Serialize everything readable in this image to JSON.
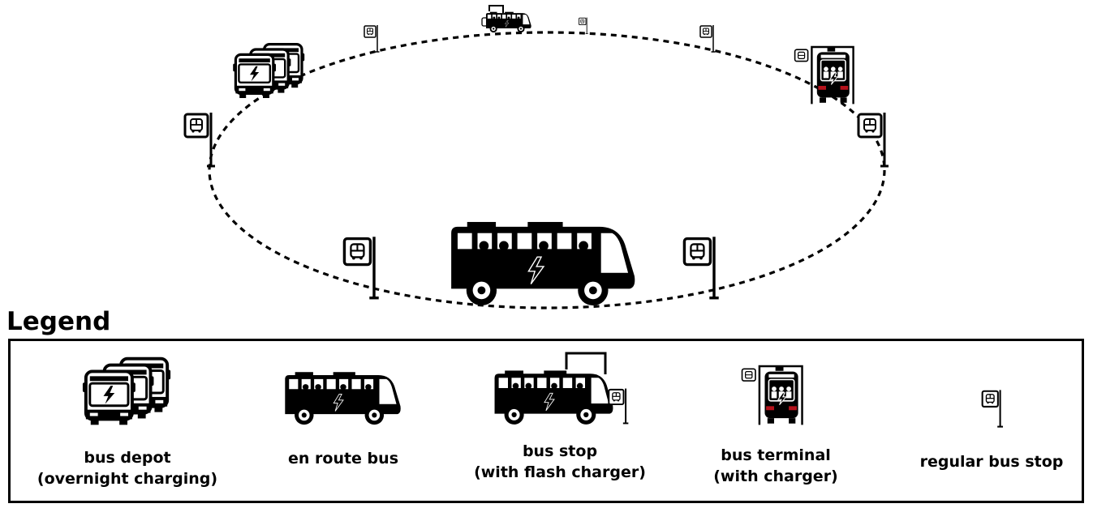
{
  "legend": {
    "title": "Legend",
    "items": [
      {
        "id": "depot",
        "label_line1": "bus depot",
        "label_line2": "(overnight charging)",
        "icon": "bus-depot-icon"
      },
      {
        "id": "enroute",
        "label_line1": "en route bus",
        "label_line2": "",
        "icon": "en-route-bus-icon"
      },
      {
        "id": "flash",
        "label_line1": "bus stop",
        "label_line2": "(with flash charger)",
        "icon": "bus-stop-flash-charger-icon"
      },
      {
        "id": "terminal",
        "label_line1": "bus terminal",
        "label_line2": "(with charger)",
        "icon": "bus-terminal-icon"
      },
      {
        "id": "regular",
        "label_line1": "regular bus stop",
        "label_line2": "",
        "icon": "regular-bus-stop-icon"
      }
    ]
  },
  "colors": {
    "ink": "#000000",
    "terminal_accent": "#b5121b",
    "background": "#ffffff"
  }
}
